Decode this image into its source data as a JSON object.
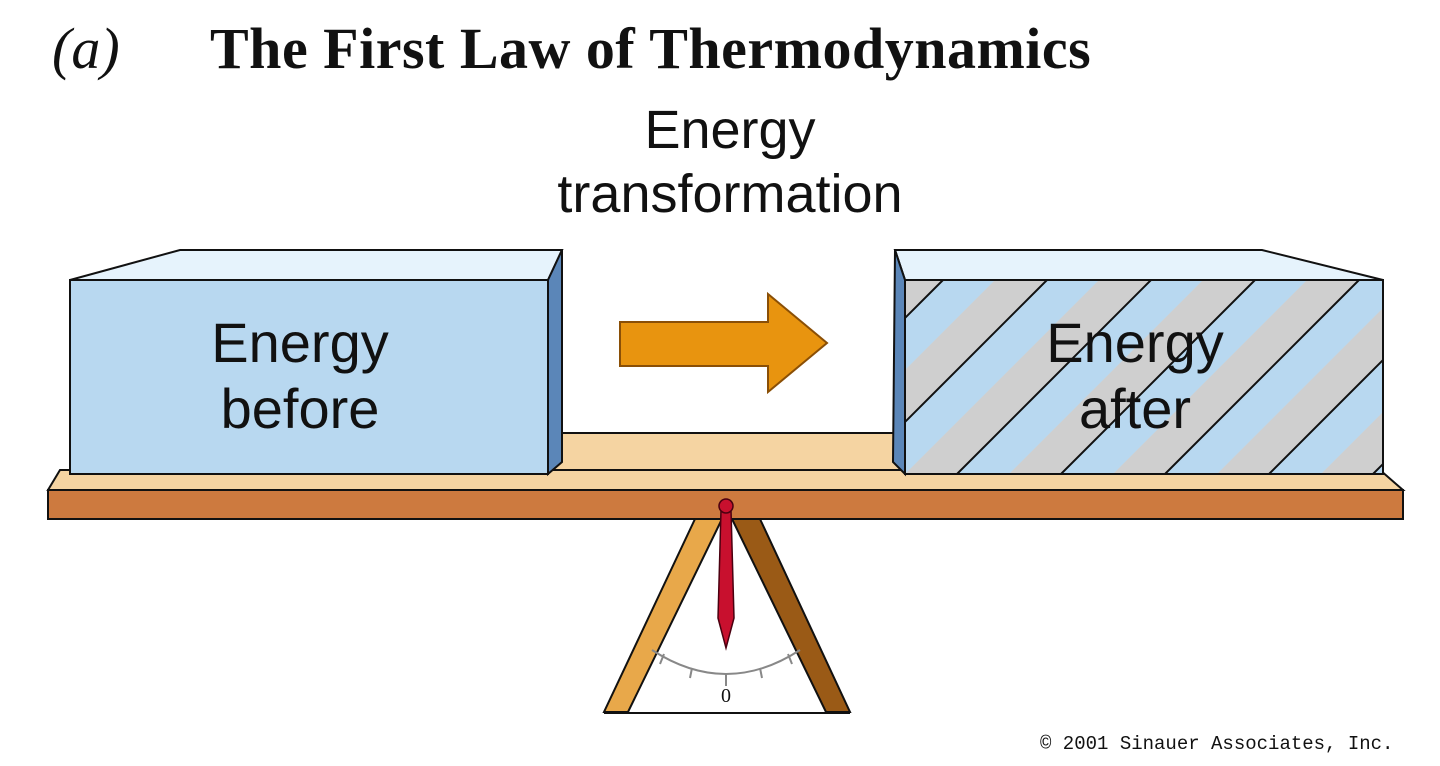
{
  "panel_label": "(a)",
  "title": "The First Law of Thermodynamics",
  "subtitle": "Energy\ntransformation",
  "before_box": {
    "line1": "Energy",
    "line2": "before"
  },
  "after_box": {
    "line1": "Energy",
    "line2": "after"
  },
  "scale": {
    "zero_label": "0",
    "needle_reading": 0
  },
  "copyright": "© 2001 Sinauer Associates, Inc.",
  "colors": {
    "box_front": "#b8d8f0",
    "box_top": "#e6f3fc",
    "box_side": "#5b86b8",
    "hatch_gray": "#cfcfcf",
    "arrow_fill": "#e8940f",
    "arrow_stroke": "#8a4f06",
    "plank_top": "#f5d4a2",
    "plank_front": "#cd7a3f",
    "stand_light": "#e8a84a",
    "stand_dark": "#9a5a16",
    "needle": "#c8102e",
    "outline": "#111111"
  }
}
